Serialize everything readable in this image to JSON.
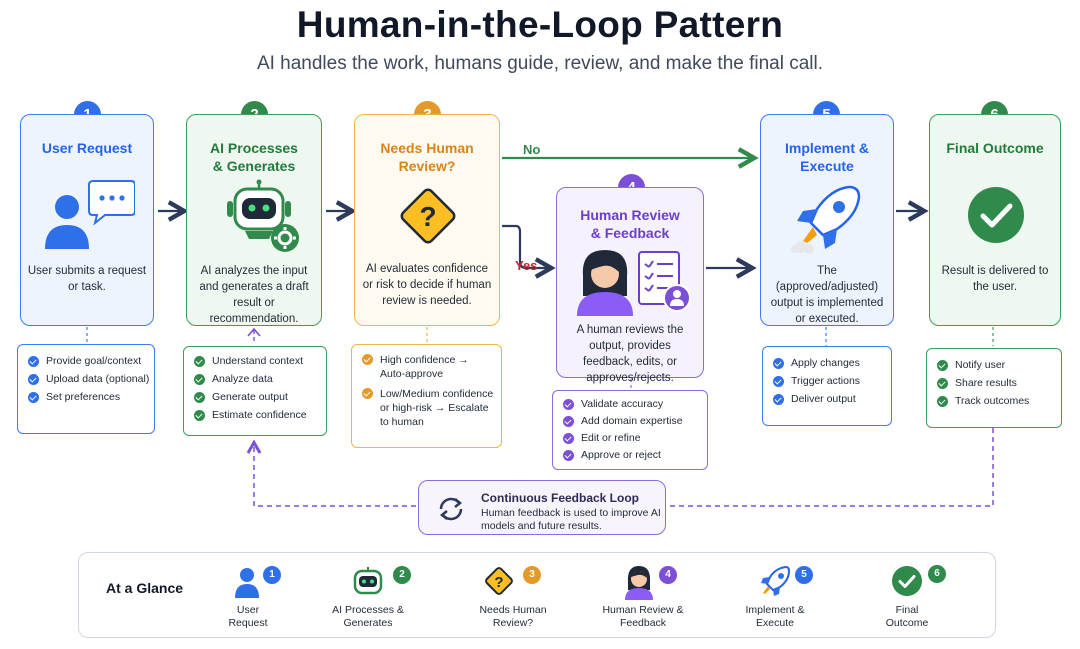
{
  "header": {
    "title": "Human-in-the-Loop Pattern",
    "subtitle": "AI handles the work, humans guide, review, and make the final call."
  },
  "steps": [
    {
      "number": "1",
      "title": "User Request",
      "description": "User submits a request or task.",
      "icon": "user-chat-icon",
      "color": "#2f6fe8",
      "items": [
        "Provide goal/context",
        "Upload data (optional)",
        "Set preferences"
      ]
    },
    {
      "number": "2",
      "title": "AI Processes & Generates",
      "description": "AI analyzes the input and generates a draft result or recommendation.",
      "icon": "robot-gear-icon",
      "color": "#2f8a4b",
      "items": [
        "Understand context",
        "Analyze data",
        "Generate output",
        "Estimate confidence"
      ]
    },
    {
      "number": "3",
      "title": "Needs Human Review?",
      "description": "AI evaluates confidence or risk to decide if human review is needed.",
      "icon": "warning-question-icon",
      "color": "#e39a2a",
      "items": [
        "High confidence → Auto-approve",
        "Low/Medium confidence or high-risk → Escalate to human"
      ]
    },
    {
      "number": "4",
      "title": "Human Review & Feedback",
      "description": "A human reviews the output, provides feedback, edits, or approves/rejects.",
      "icon": "reviewer-checklist-icon",
      "color": "#7b4fd6",
      "items": [
        "Validate accuracy",
        "Add domain expertise",
        "Edit or refine",
        "Approve or reject"
      ]
    },
    {
      "number": "5",
      "title": "Implement & Execute",
      "description": "The (approved/adjusted) output is implemented or executed.",
      "icon": "rocket-icon",
      "color": "#2f6fe8",
      "items": [
        "Apply changes",
        "Trigger actions",
        "Deliver output"
      ]
    },
    {
      "number": "6",
      "title": "Final Outcome",
      "description": "Result is delivered to the user.",
      "icon": "checkmark-circle-icon",
      "color": "#2f8a4b",
      "items": [
        "Notify user",
        "Share results",
        "Track outcomes"
      ]
    }
  ],
  "decision": {
    "no_label": "No",
    "yes_label": "Yes"
  },
  "feedback_loop": {
    "title": "Continuous Feedback Loop",
    "description": "Human feedback is used to improve AI models and future results.",
    "icon": "refresh-cycle-icon"
  },
  "glance": {
    "label": "At a Glance",
    "items": [
      {
        "number": "1",
        "label": "User Request"
      },
      {
        "number": "2",
        "label": "AI Processes & Generates"
      },
      {
        "number": "3",
        "label": "Needs Human Review?"
      },
      {
        "number": "4",
        "label": "Human Review & Feedback"
      },
      {
        "number": "5",
        "label": "Implement & Execute"
      },
      {
        "number": "6",
        "label": "Final Outcome"
      }
    ]
  }
}
